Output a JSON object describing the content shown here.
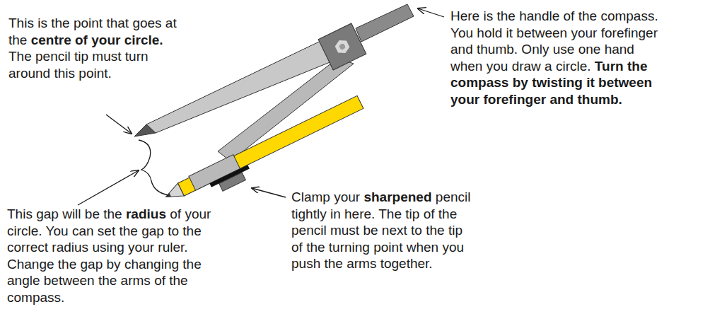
{
  "diagram": {
    "labels": [
      "This is the point that goes at the centre of your circle. The pencil tip must turn around this point.",
      "Here is the handle of the compass. You hold it between your forefinger and thumb. Only use one hand when you draw a circle. Turn the compass by twisting it between your forefinger and thumb.",
      "This gap will be the radius of your circle. You can set the gap to the correct radius using your ruler. Change the gap by changing the angle between the arms of the compass.",
      "Clamp your sharpened pencil tightly in here. The tip of the pencil must be next to the tip of the turning point when you push the arms together."
    ]
  }
}
